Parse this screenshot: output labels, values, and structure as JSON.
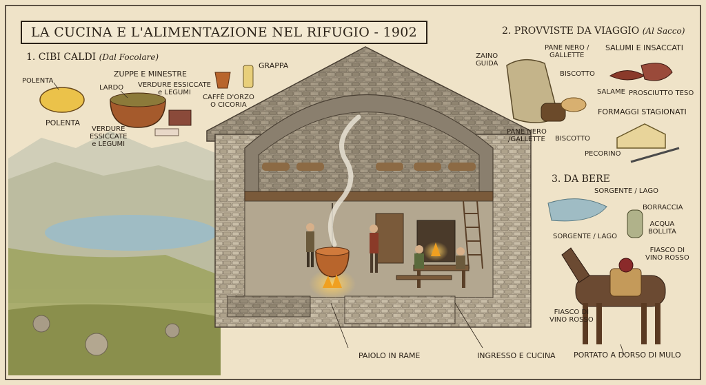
{
  "title": "LA CUCINA E L'ALIMENTAZIONE NEL RIFUGIO - 1902",
  "sections": {
    "hot_food": {
      "heading": "1. CIBI CALDI",
      "subheading": "(Dal Focolare)",
      "labels": {
        "polenta_top": "POLENTA",
        "polenta_bottom": "POLENTA",
        "soups": "ZUPPE E MINESTRE",
        "lard": "LARDO",
        "dried_veg_top_1": "VERDURE ESSICCATE",
        "dried_veg_top_2": "e LEGUMI",
        "dried_veg_left_1": "VERDURE",
        "dried_veg_left_2": "ESSICCATE",
        "dried_veg_left_3": "e LEGUMI",
        "coffee_1": "CAFFÈ D'ORZO",
        "coffee_2": "O CICORIA",
        "grappa": "GRAPPA"
      }
    },
    "travel_supplies": {
      "heading": "2. PROVVISTE DA VIAGGIO",
      "subheading": "(Al Sacco)",
      "labels": {
        "backpack_1": "ZAINO",
        "backpack_2": "GUIDA",
        "bread_top_1": "PANE NERO /",
        "bread_top_2": "GALLETTE",
        "biscuit_top": "BISCOTTO",
        "bread_bottom_1": "PANE NERO",
        "bread_bottom_2": "/GALLETTE",
        "biscuit_bottom": "BISCOTTO",
        "cured_meats": "SALUMI E INSACCATI",
        "salami": "SALAME",
        "ham": "PROSCIUTTO TESO",
        "cheeses": "FORMAGGI STAGIONATI",
        "pecorino": "PECORINO"
      }
    },
    "drinks": {
      "heading": "3. DA BERE",
      "labels": {
        "spring_top": "SORGENTE / LAGO",
        "spring_bottom": "SORGENTE / LAGO",
        "flask": "BORRACCIA",
        "water_1": "ACQUA",
        "water_2": "BOLLITA",
        "wine_right_1": "FIASCO DI",
        "wine_right_2": "VINO ROSSO",
        "wine_left_1": "FIASCO DI",
        "wine_left_2": "VINO ROSSO",
        "mule": "PORTATO A DORSO DI MULO"
      }
    },
    "hut": {
      "cauldron": "PAIOLO IN RAME",
      "entrance": "INGRESSO E CUCINA"
    }
  },
  "colors": {
    "paper": "#efe3c8",
    "ink": "#2b2218",
    "stone": "#b9ad98",
    "stone_dark": "#8c8170",
    "copper": "#b8652c",
    "fire": "#f0a020",
    "lake": "#9fbcc4",
    "grass": "#8f9a55",
    "mule": "#6b4a32"
  }
}
